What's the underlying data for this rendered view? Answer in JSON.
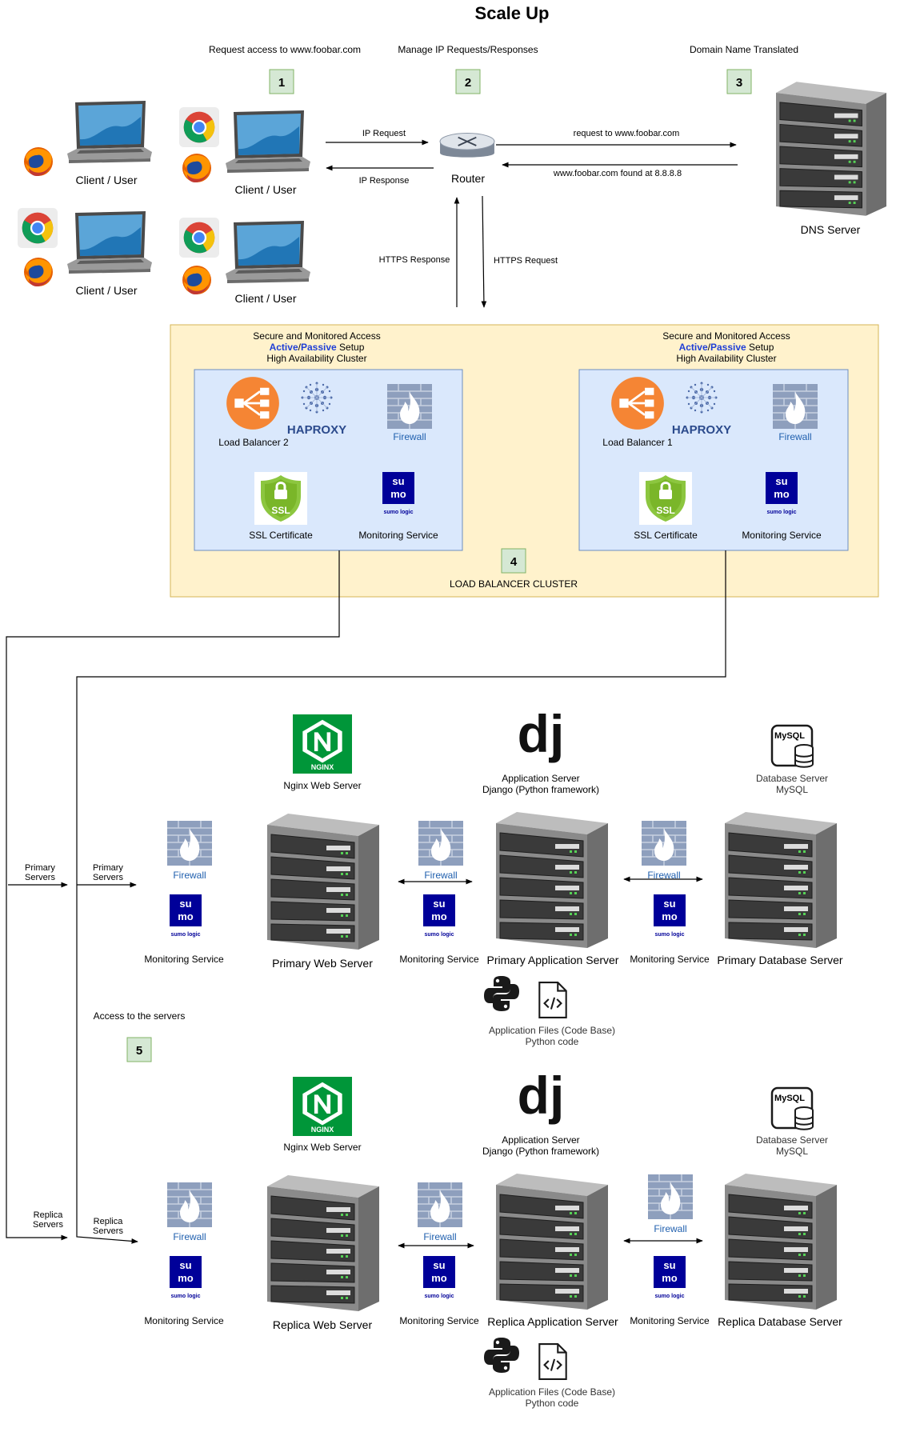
{
  "title": "Scale Up",
  "colors": {
    "step_fill": "#d5e8d4",
    "step_border": "#82b366",
    "cluster_fill": "#fff2cc",
    "cluster_border": "#d6b656",
    "inner_fill": "#dae8fc",
    "inner_border": "#6c8ebf",
    "accent_blue": "#1f3fd6",
    "firewall_label": "#1f5fae",
    "lb_orange": "#f58534",
    "nginx_green": "#009639",
    "sumo_navy": "#000099"
  },
  "steps": {
    "s1": {
      "num": "1",
      "caption": "Request access to www.foobar.com"
    },
    "s2": {
      "num": "2",
      "caption": "Manage IP Requests/Responses"
    },
    "s3": {
      "num": "3",
      "caption": "Domain Name Translated"
    },
    "s4": {
      "num": "4",
      "caption": "LOAD BALANCER CLUSTER"
    },
    "s5": {
      "num": "5",
      "caption": "Access to the servers"
    }
  },
  "clients": {
    "label": "Client / User"
  },
  "router": {
    "label": "Router",
    "ip_request": "IP Request",
    "ip_response": "IP Response",
    "https_response": "HTTPS Response",
    "https_request": "HTTPS Request"
  },
  "dns": {
    "label": "DNS Server",
    "request": "request to www.foobar.com",
    "found": "www.foobar.com found at 8.8.8.8"
  },
  "lb_group": {
    "line1": "Secure and Monitored Access",
    "active": "Active",
    "slash": "/",
    "passive": "Passive",
    "setup": " Setup",
    "line3": "High Availability Cluster",
    "haproxy": "HAPROXY",
    "firewall": "Firewall",
    "ssl": "SSL Certificate",
    "ssl_badge": "SSL",
    "monitoring": "Monitoring Service",
    "sumo_top": "su",
    "sumo_bottom": "mo",
    "sumo_caption": "sumo logic",
    "lb_left": "Load Balancer 2",
    "lb_right": "Load Balancer 1"
  },
  "primary": {
    "entry_left": "Primary\nServers",
    "entry_right": "Primary\nServers",
    "firewall": "Firewall",
    "monitoring": "Monitoring Service",
    "nginx": "Nginx Web Server",
    "web": "Primary Web Server",
    "app_line1": "Application Server",
    "app_line2": "Django (Python framework)",
    "app": "Primary Application Server",
    "db_line1": "Database Server",
    "db_line2": "MySQL",
    "db": "Primary Database Server",
    "files_line1": "Application Files (Code Base)",
    "files_line2": "Python code",
    "mysql": "MySQL",
    "dj": "dj",
    "nginx_logo": "NGINX"
  },
  "replica": {
    "entry_left": "Replica\nServers",
    "entry_right": "Replica\nServers",
    "firewall": "Firewall",
    "monitoring": "Monitoring Service",
    "nginx": "Nginx Web Server",
    "web": "Replica Web Server",
    "app_line1": "Application Server",
    "app_line2": "Django (Python framework)",
    "app": "Replica Application Server",
    "db_line1": "Database Server",
    "db_line2": "MySQL",
    "db": "Replica Database Server",
    "files_line1": "Application Files (Code Base)",
    "files_line2": "Python code",
    "mysql": "MySQL",
    "dj": "dj",
    "nginx_logo": "NGINX"
  }
}
